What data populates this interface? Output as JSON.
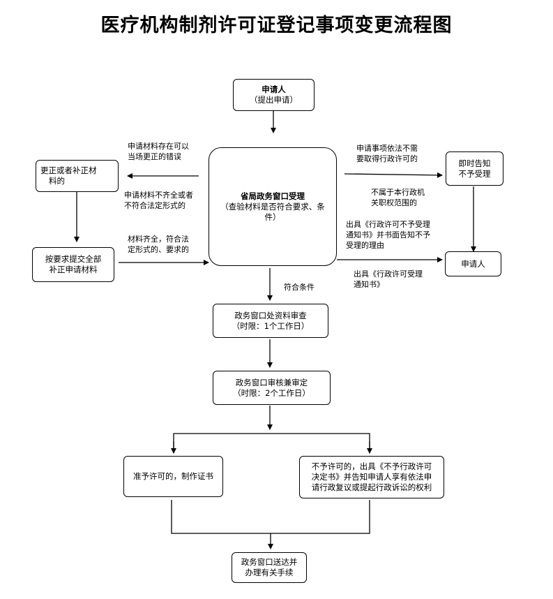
{
  "title": "医疗机构制剂许可证登记事项变更流程图",
  "applicant_top": {
    "line1": "申请人",
    "line2": "（提出申请）"
  },
  "center": {
    "line1": "省局政务窗口受理",
    "line2": "（查验材料是否符合要求、条",
    "line3": "件）"
  },
  "correct_box": {
    "line1": "更正或者补正材",
    "line2": "料的"
  },
  "resubmit_box": {
    "line1": "按要求提交全部",
    "line2": "补正申请材料"
  },
  "inform_box": {
    "line1": "即时告知",
    "line2": "不予受理"
  },
  "applicant_right": {
    "line1": "申请人"
  },
  "review_box": {
    "line1": "政务窗口处资料审查",
    "line2": "（时限：1个工作日）"
  },
  "approve_box": {
    "line1": "政务窗口审核兼审定",
    "line2": "（时限：2个工作日）"
  },
  "grant_box": {
    "line1": "准予许可的，制作证书"
  },
  "deny_box": {
    "line1": "不予许可的，出具《不予行政许可",
    "line2": "决定书》并告知申请人享有依法申",
    "line3": "请行政复议或提起行政诉讼的权利"
  },
  "deliver_box": {
    "line1": "政务窗口送达并",
    "line2": "办理有关手续"
  },
  "notes": {
    "correctable_1": "申请材料存在可以",
    "correctable_2": "当场更正的错误",
    "incomplete_1": "申请材料不齐全或者",
    "incomplete_2": "不符合法定形式的",
    "complete_1": "材料齐全，符合法",
    "complete_2": "定形式的、要求的",
    "no_permit_1": "申请事项依法不需",
    "no_permit_2": "要取得行政许可的",
    "out_scope_1": "不属于本行政机",
    "out_scope_2": "关职权范围的",
    "reject_1": "出具《行政许可不予受理",
    "reject_2": "通知书》并书面告知不予",
    "reject_3": "受理的理由",
    "accept_1": "出具《行政许可受理",
    "accept_2": "通知书》",
    "qualified": "符合条件"
  }
}
